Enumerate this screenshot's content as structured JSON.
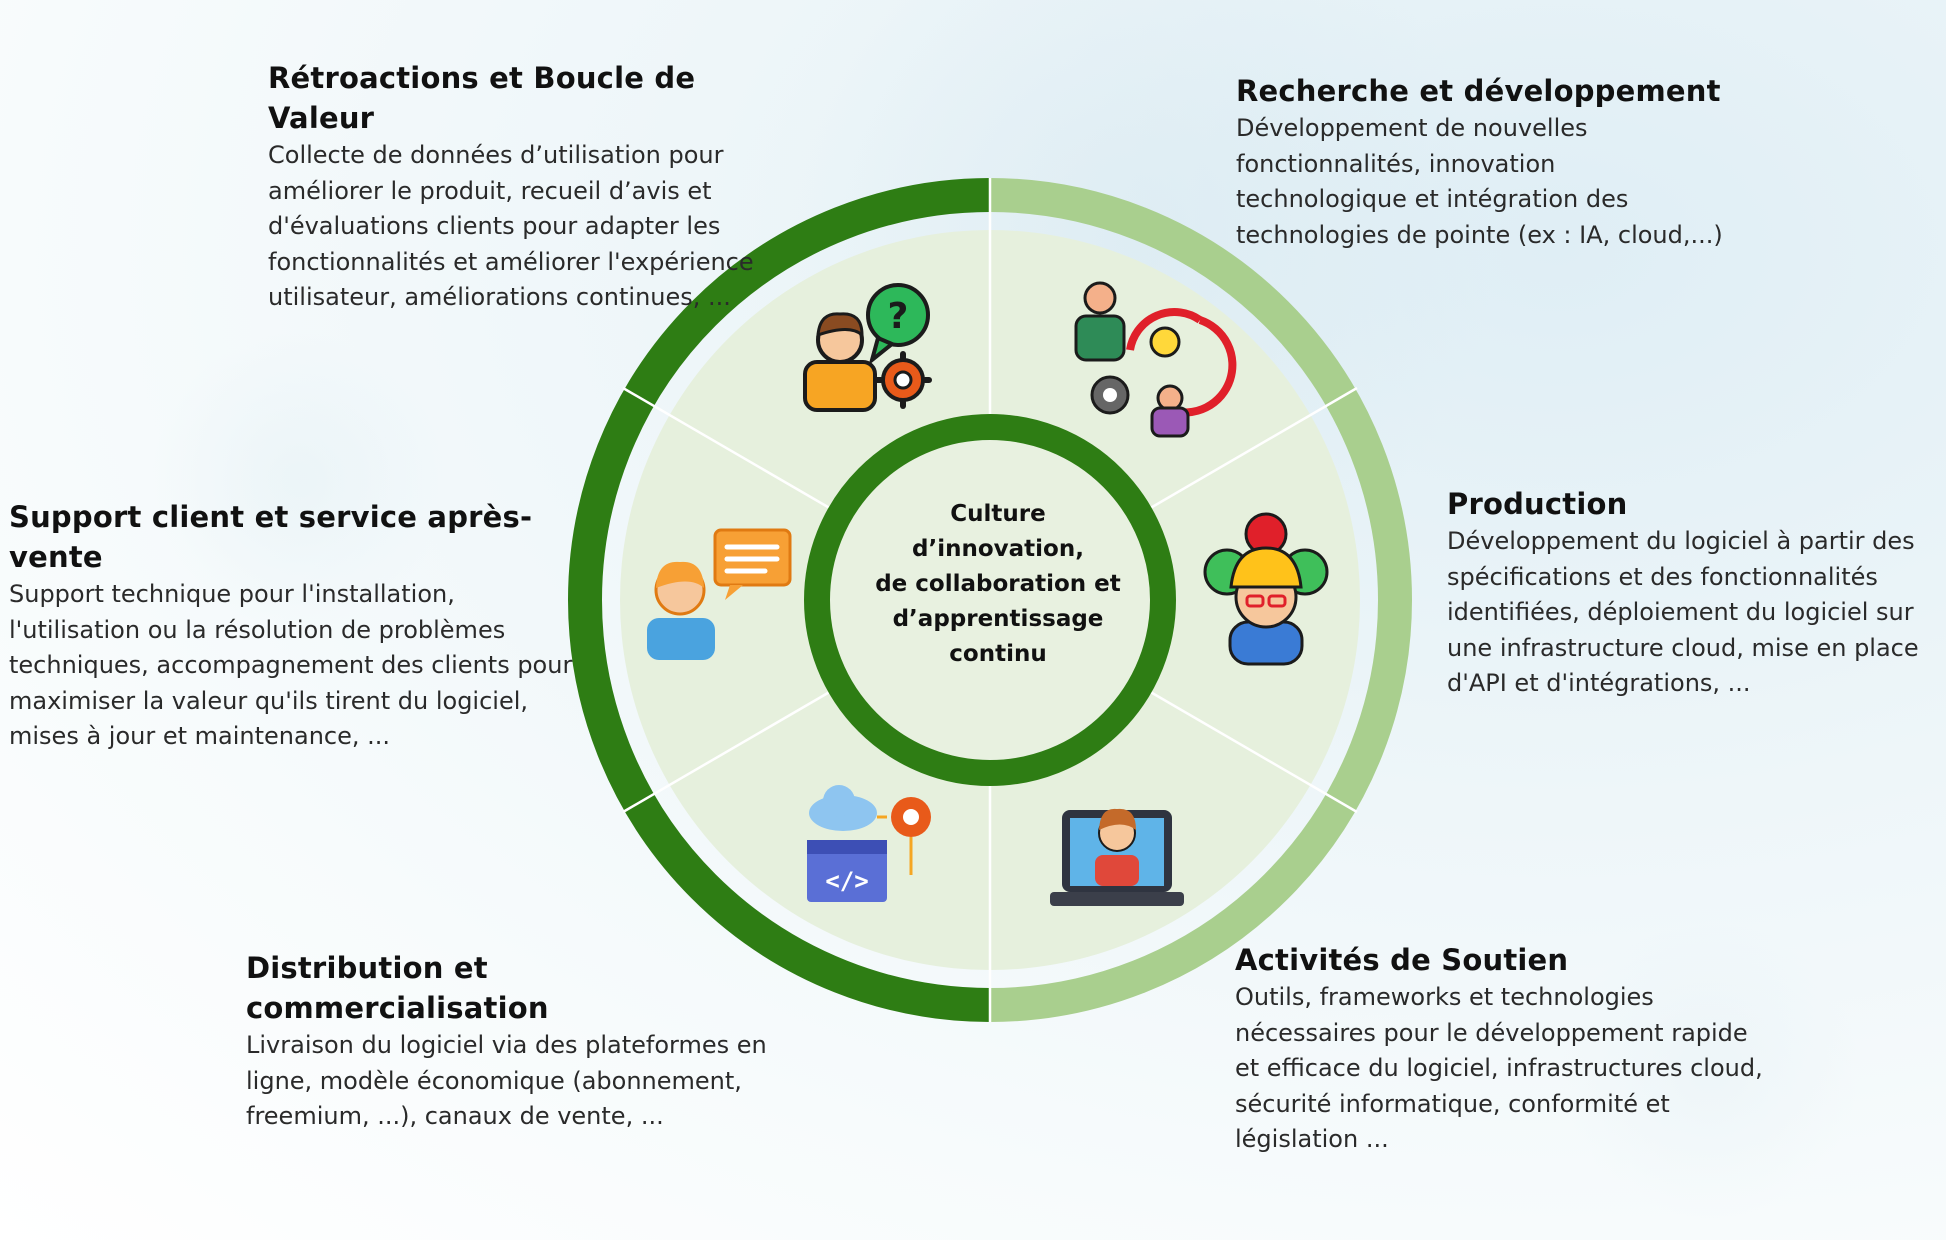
{
  "center": {
    "text": "Culture\nd’innovation,\nde collaboration et\nd’apprentissage\ncontinu"
  },
  "sections": {
    "retroactions": {
      "title": "Rétroactions et Boucle de Valeur",
      "body": "Collecte de données d’utilisation pour\naméliorer le produit, recueil d’avis et\nd'évaluations clients pour adapter les\nfonctionnalités et améliorer l'expérience\nutilisateur, améliorations continues, ..."
    },
    "recherche": {
      "title": "Recherche et développement",
      "body": "Développement de nouvelles\nfonctionnalités, innovation\ntechnologique et intégration des\ntechnologies de pointe (ex : IA, cloud,...)"
    },
    "support": {
      "title": "Support client et service après-vente",
      "body": "Support technique pour l'installation,\nl'utilisation ou la résolution de problèmes\ntechniques, accompagnement des clients pour\nmaximiser la valeur qu'ils tirent du logiciel,\nmises à jour et maintenance, ..."
    },
    "production": {
      "title": "Production",
      "body": "Développement du logiciel à partir des\nspécifications et des fonctionnalités\nidentifiées, déploiement du logiciel sur\nune infrastructure cloud, mise en place\nd'API et d'intégrations, ..."
    },
    "distribution": {
      "title": "Distribution et commercialisation",
      "body": "Livraison du logiciel via des plateformes en\nligne, modèle économique (abonnement,\nfreemium, ...), canaux de vente, ..."
    },
    "soutien": {
      "title": "Activités de Soutien",
      "body": "Outils, frameworks et technologies\nnécessaires pour le développement rapide\net efficace du logiciel, infrastructures cloud,\nsécurité informatique, conformité et\nlégislation ..."
    }
  },
  "icons": {
    "feedback": "customer-question-gear-icon",
    "research": "research-cycle-idea-icon",
    "production": "engineer-helmet-gears-icon",
    "support": "support-agent-chat-icon",
    "distribution": "cloud-code-deploy-icon",
    "soutien": "laptop-developer-icon"
  },
  "colors": {
    "dark_green": "#2e7d14",
    "light_green": "#a9cf8e",
    "pale_fill": "#e6f0dd",
    "divider": "#ffffff"
  }
}
